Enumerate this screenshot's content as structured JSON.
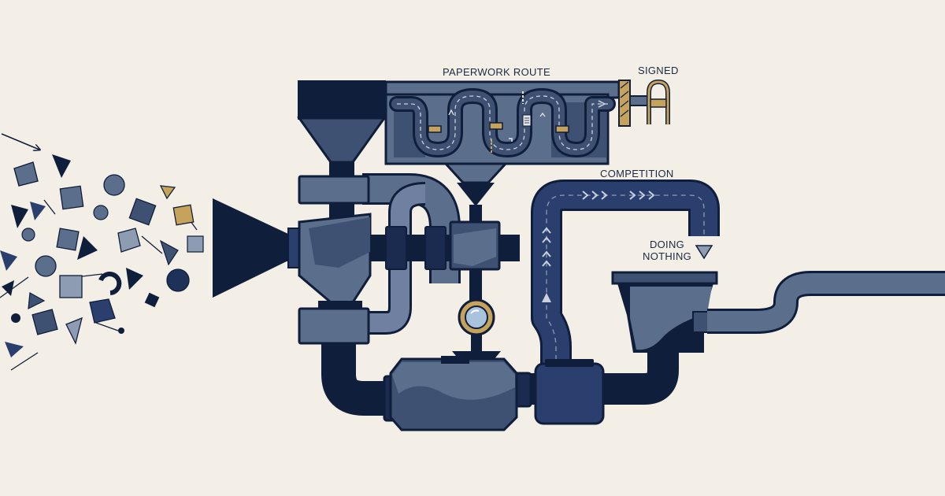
{
  "labels": {
    "paperwork_route": "PAPERWORK ROUTE",
    "signed": "SIGNED",
    "competition": "COMPETITION",
    "doing_nothing_line1": "DOING",
    "doing_nothing_line2": "NOTHING"
  },
  "icons": [
    "scattered-shapes-icon",
    "arrow-icon",
    "intake-funnel-icon",
    "hopper-icon",
    "paperwork-route-tank-icon",
    "signed-gate-icon",
    "pressure-gauge-icon",
    "competition-pipe-icon",
    "doing-nothing-basin-icon",
    "outflow-pipe-icon"
  ],
  "colors": {
    "background": "#f3efe6",
    "navy": "#0f1e3a",
    "slate": "#5b6e8c",
    "steel": "#3e5173",
    "royal": "#2b3f6e",
    "pale": "#8d9bb3",
    "gold": "#c6a25a",
    "text": "#1b2a44"
  }
}
